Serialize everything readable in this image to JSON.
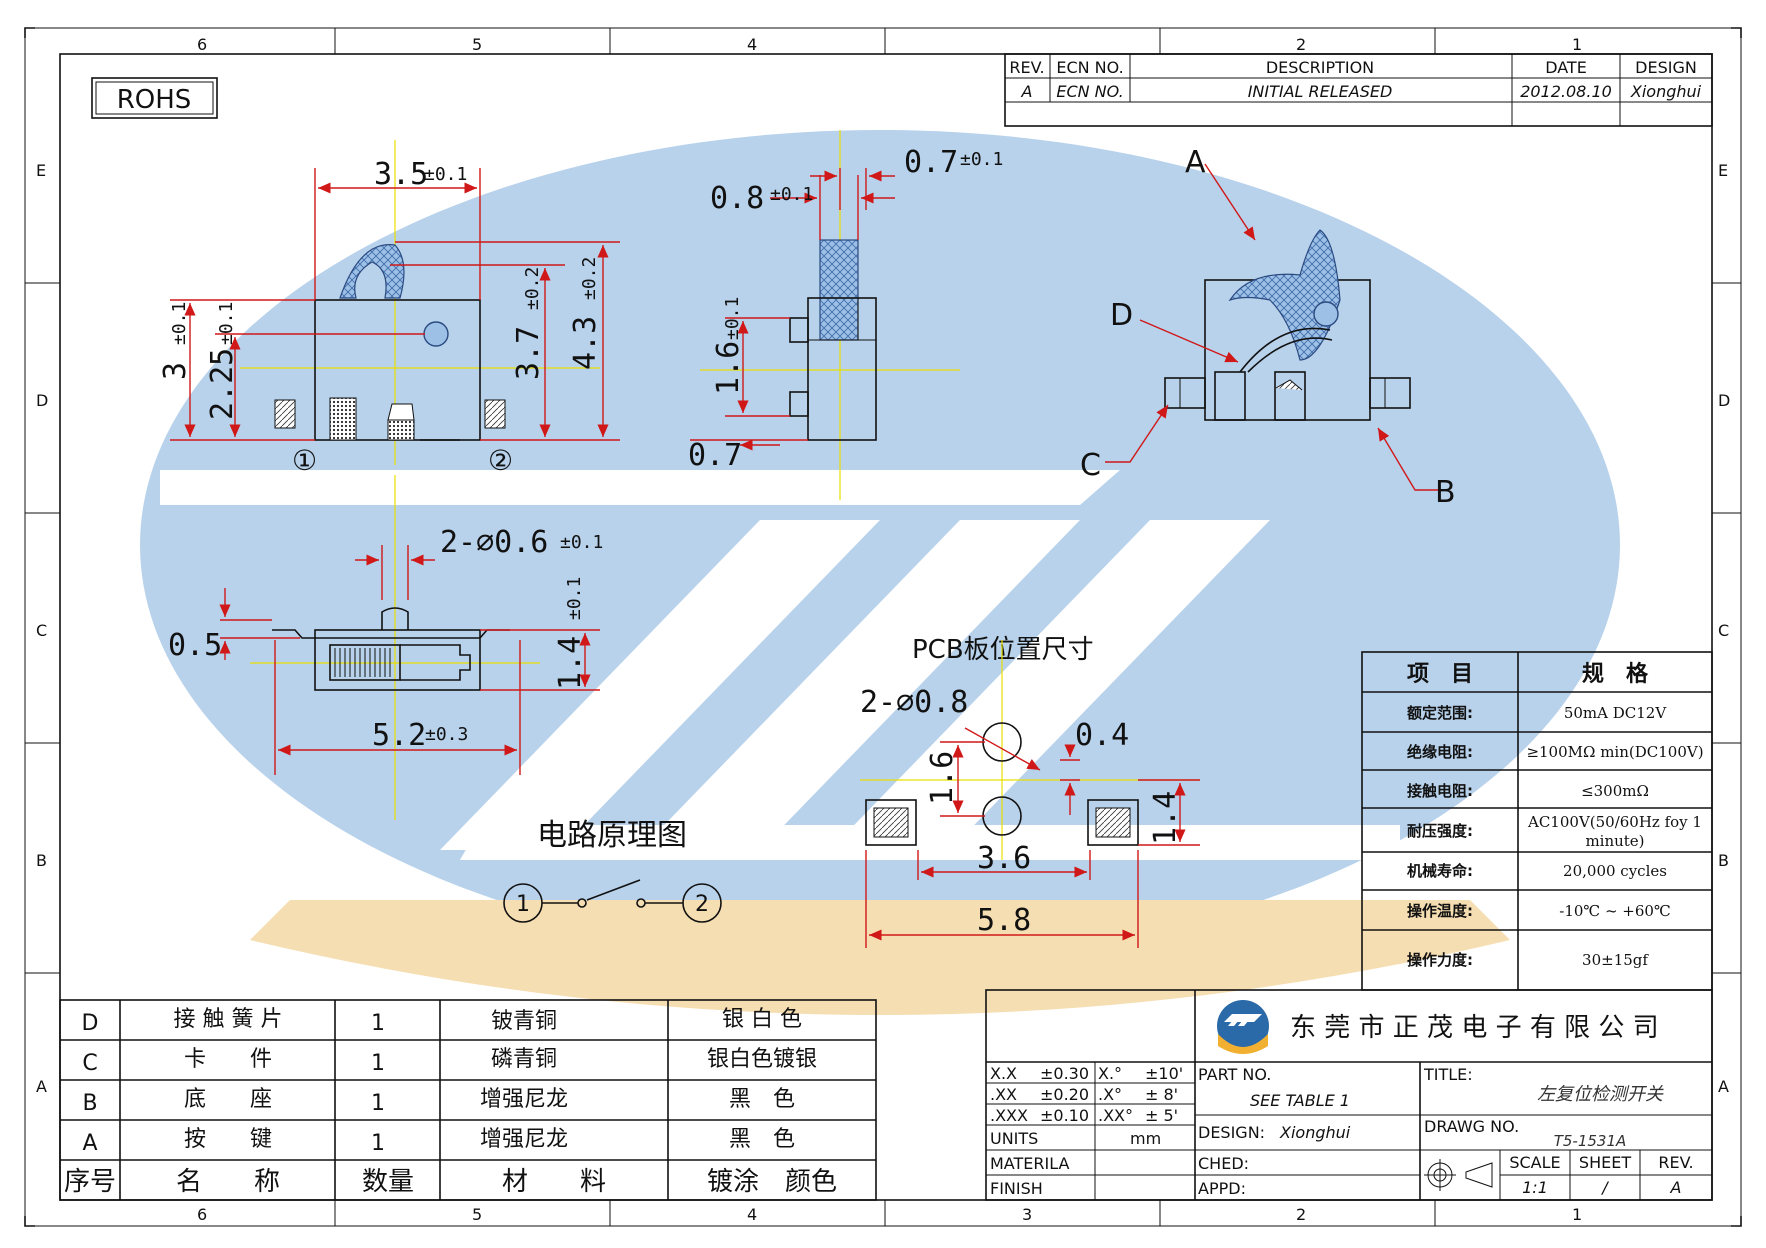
{
  "sheet": {
    "rohs": "ROHS",
    "col_labels": [
      "6",
      "5",
      "4",
      "3",
      "2",
      "1"
    ],
    "row_labels": [
      "E",
      "D",
      "C",
      "B",
      "A"
    ]
  },
  "revision_table": {
    "headers": [
      "REV.",
      "ECN NO.",
      "DESCRIPTION",
      "DATE",
      "DESIGN"
    ],
    "row": [
      "A",
      "ECN NO.",
      "INITIAL  RELEASED",
      "2012.08.10",
      "Xionghui"
    ]
  },
  "views": {
    "front": {
      "dim_width": "3.5",
      "tol_width": "±0.1",
      "dim_h1": "3",
      "tol_h1": "±0.1",
      "dim_h2": "2.25",
      "tol_h2": "±0.1",
      "dim_h3": "3.7",
      "tol_h3": "±0.2",
      "dim_h4": "4.3",
      "tol_h4": "±0.2",
      "pin1": "①",
      "pin2": "②"
    },
    "side": {
      "dim_a": "0.8",
      "tol_a": "±0.1",
      "dim_b": "0.7",
      "tol_b": "±0.1",
      "dim_c": "1.6",
      "tol_c": "±0.1",
      "dim_d": "0.7"
    },
    "bottom": {
      "dim_holes": "2-⌀0.6",
      "tol_holes": "±0.1",
      "dim_off": "0.5",
      "dim_h": "1.4",
      "tol_h": "±0.1",
      "dim_len": "5.2",
      "tol_len": "±0.3"
    },
    "iso": {
      "label_a": "A",
      "label_b": "B",
      "label_c": "C",
      "label_d": "D"
    },
    "pcb": {
      "title": "PCB板位置尺寸",
      "dim_holes": "2-⌀0.8",
      "dim_gap": "0.4",
      "dim_vert": "1.6",
      "dim_pad_h": "1.4",
      "dim_pitch": "3.6",
      "dim_total": "5.8"
    },
    "circuit": {
      "title": "电路原理图",
      "node1": "1",
      "node2": "2"
    }
  },
  "spec_table": {
    "headers": [
      "项　目",
      "规　格"
    ],
    "rows": [
      [
        "额定范围:",
        "50mA DC12V"
      ],
      [
        "绝缘电阻:",
        "≥100MΩ min(DC100V)"
      ],
      [
        "接触电阻:",
        "≤300mΩ"
      ],
      [
        "耐压强度:",
        "AC100V(50/60Hz foy 1"
      ],
      [
        "机械寿命:",
        "20,000 cycles"
      ],
      [
        "操作温度:",
        "-10℃ ~ +60℃"
      ],
      [
        "操作力度:",
        "30±15gf"
      ]
    ],
    "row4_cont": "minute)"
  },
  "parts_list": {
    "rows": [
      [
        "D",
        "接 触  簧 片",
        "1",
        "铍青铜",
        "银 白 色"
      ],
      [
        "C",
        "卡　　件",
        "1",
        "磷青铜",
        "银白色镀银"
      ],
      [
        "B",
        "底　　座",
        "1",
        "增强尼龙",
        "黑　色"
      ],
      [
        "A",
        "按　　键",
        "1",
        "增强尼龙",
        "黑　色"
      ]
    ],
    "header": [
      "序号",
      "名　　称",
      "数量",
      "材　　料",
      "镀涂　颜色"
    ]
  },
  "title_block": {
    "company": "东 莞 市 正 茂 电 子 有 限 公 司",
    "tolerances": [
      [
        "X.X",
        "±0.30",
        "X.°",
        "±10'"
      ],
      [
        ".XX",
        "±0.20",
        ".X°",
        "± 8'"
      ],
      [
        ".XXX",
        "±0.10",
        ".XX°",
        "± 5'"
      ]
    ],
    "units_label": "UNITS",
    "units_value": "mm",
    "material_label": "MATERILA",
    "finish_label": "FINISH",
    "part_no_label": "PART  NO.",
    "part_no_value": "SEE  TABLE  1",
    "design_label": "DESIGN:",
    "design_value": "Xionghui",
    "ched_label": "CHED:",
    "appd_label": "APPD:",
    "title_label": "TITLE:",
    "title_value": "左复位检测开关",
    "drawg_label": "DRAWG  NO.",
    "drawg_value": "T5-1531A",
    "scale_label": "SCALE",
    "scale_value": "1:1",
    "sheet_label": "SHEET",
    "sheet_value": "/",
    "rev_label": "REV.",
    "rev_value": "A"
  }
}
